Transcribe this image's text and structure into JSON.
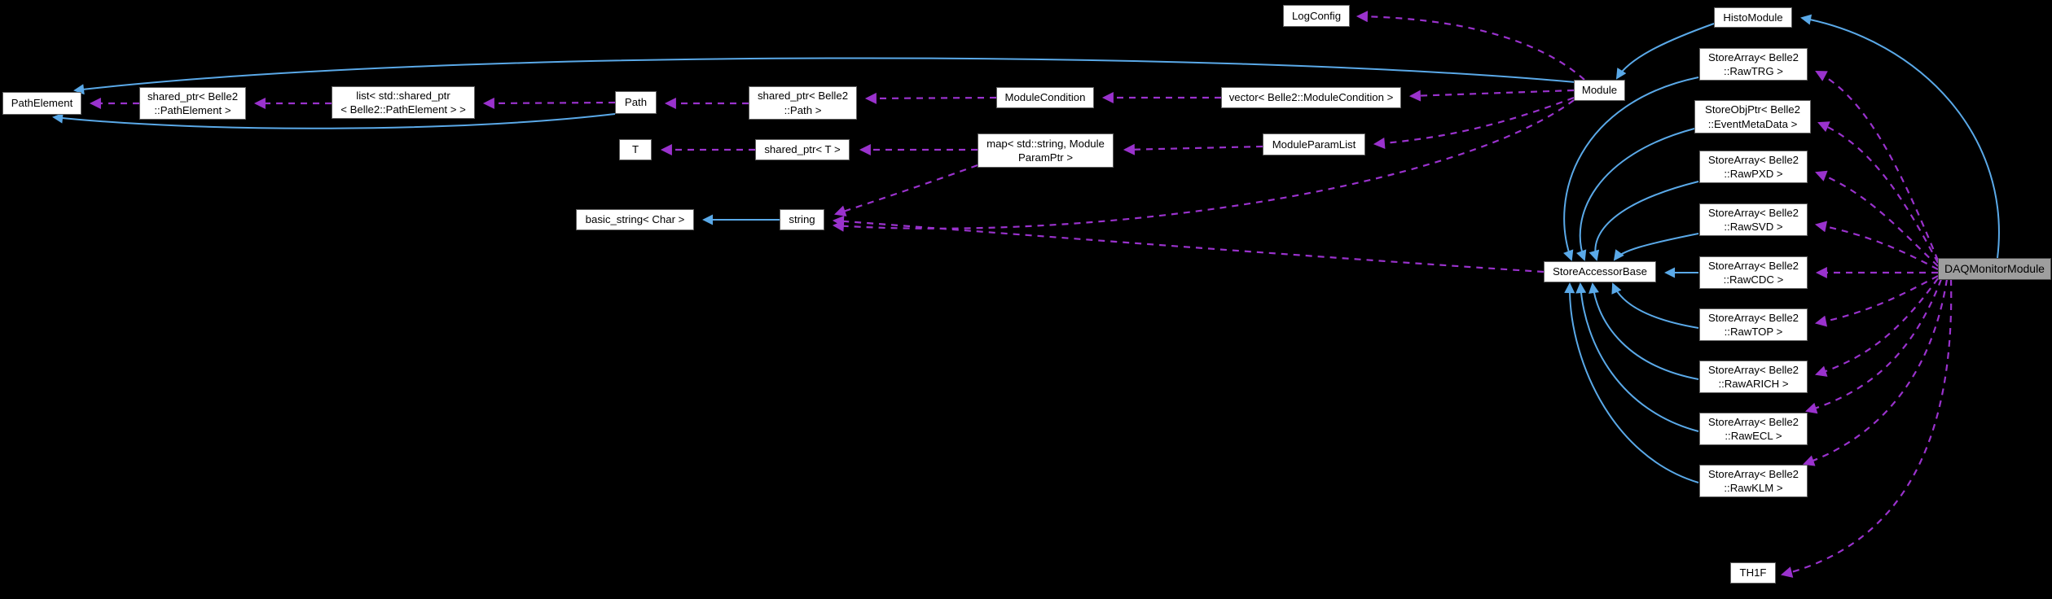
{
  "diagram": {
    "type": "collaboration-graph",
    "highlighted_node": "DAQMonitorModule",
    "colors": {
      "background": "#000000",
      "inheritance_edge": "#5aa9e8",
      "usage_edge": "#9a32cd",
      "node_background": "#ffffff",
      "node_border": "#616161",
      "node_text": "#000000",
      "highlight_background": "#9e9e9e"
    },
    "nodes": {
      "pathelement": {
        "label": "PathElement"
      },
      "sp_pathelement": {
        "label": "shared_ptr< Belle2\n::PathElement >"
      },
      "list_pathelement": {
        "label": "list< std::shared_ptr\n< Belle2::PathElement > >"
      },
      "path": {
        "label": "Path"
      },
      "sp_path": {
        "label": "shared_ptr< Belle2\n::Path >"
      },
      "modulecondition": {
        "label": "ModuleCondition"
      },
      "vector_modulecondition": {
        "label": "vector< Belle2::ModuleCondition >"
      },
      "module": {
        "label": "Module"
      },
      "logconfig": {
        "label": "LogConfig"
      },
      "t": {
        "label": "T"
      },
      "sp_t": {
        "label": "shared_ptr< T >"
      },
      "map_moduleparamptr": {
        "label": "map< std::string, Module\nParamPtr >"
      },
      "moduleparamlist": {
        "label": "ModuleParamList"
      },
      "basic_string": {
        "label": "basic_string< Char >"
      },
      "string": {
        "label": "string"
      },
      "storeaccessorbase": {
        "label": "StoreAccessorBase"
      },
      "histomodule": {
        "label": "HistoModule"
      },
      "st_rawtrg": {
        "label": "StoreArray< Belle2\n::RawTRG >"
      },
      "st_eventmetadata": {
        "label": "StoreObjPtr< Belle2\n::EventMetaData >"
      },
      "st_rawpxd": {
        "label": "StoreArray< Belle2\n::RawPXD >"
      },
      "st_rawsvd": {
        "label": "StoreArray< Belle2\n::RawSVD >"
      },
      "st_rawcdc": {
        "label": "StoreArray< Belle2\n::RawCDC >"
      },
      "st_rawtop": {
        "label": "StoreArray< Belle2\n::RawTOP >"
      },
      "st_rawarich": {
        "label": "StoreArray< Belle2\n::RawARICH >"
      },
      "st_rawecl": {
        "label": "StoreArray< Belle2\n::RawECL >"
      },
      "st_rawklm": {
        "label": "StoreArray< Belle2\n::RawKLM >"
      },
      "daqmonitormodule": {
        "label": "DAQMonitorModule"
      },
      "th1f": {
        "label": "TH1F"
      }
    }
  }
}
